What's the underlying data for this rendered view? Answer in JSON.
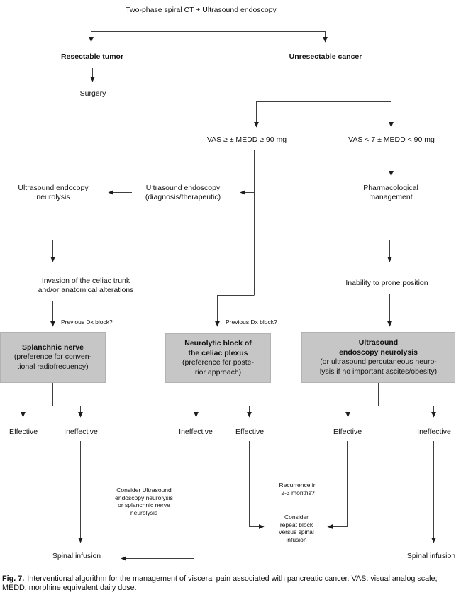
{
  "figure": {
    "title": "Two-phase spiral CT + Ultrasound endoscopy",
    "branch1": {
      "left": "Resectable tumor",
      "left_child": "Surgery",
      "right": "Unresectable cancer"
    },
    "criteria": {
      "left": "VAS ≥ ± MEDD ≥ 90 mg",
      "right": "VAS < 7 ± MEDD < 90 mg"
    },
    "ue_neuro": [
      "Ultrasound endocopy",
      "neurolysis"
    ],
    "ue_diag": [
      "Ultrasound endoscopy",
      "(diagnosis/therapeutic)"
    ],
    "pharm": [
      "Pharmacological",
      "management"
    ],
    "conditions": {
      "invasion": [
        "Invasion of the celiac trunk",
        "and/or anatomical alterations"
      ],
      "inability": "Inability to prone position"
    },
    "prev_dx": "Previous Dx block?",
    "boxes": {
      "splanchnic": {
        "title": [
          "Splanchnic nerve"
        ],
        "sub": [
          "(preference for conven-",
          "tional radiofrecuency)"
        ]
      },
      "neurolytic": {
        "title": [
          "Neurolytic block of",
          "the celiac plexus"
        ],
        "sub": [
          "(preference for poste-",
          "rior approach)"
        ]
      },
      "ultrasound": {
        "title": [
          "Ultrasound",
          "endoscopy neurolysis"
        ],
        "sub": [
          "(or ultrasound percutaneous neuro-",
          "lysis if no important ascites/obesity)"
        ]
      }
    },
    "outcomes": {
      "effective": "Effective",
      "ineffective": "Ineffective"
    },
    "notes": {
      "consider_ue": [
        "Consider Ultrasound",
        "endoscopy neurolysis",
        "or splanchnic nerve",
        "neurolysis"
      ],
      "recurrence": [
        "Recurrence in",
        "2-3 months?"
      ],
      "consider_repeat": [
        "Consider",
        "repeat block",
        "versus spinal",
        "infusion"
      ]
    },
    "spinal_infusion": "Spinal infusion",
    "caption": {
      "label": "Fig. 7.",
      "text": "Interventional algorithm for the management of visceral pain associated with pancreatic cancer. VAS: visual analog scale; MEDD: morphine equivalent daily dose."
    },
    "colors": {
      "box_fill": "#c6c6c6",
      "line": "#3f3f3f"
    }
  }
}
